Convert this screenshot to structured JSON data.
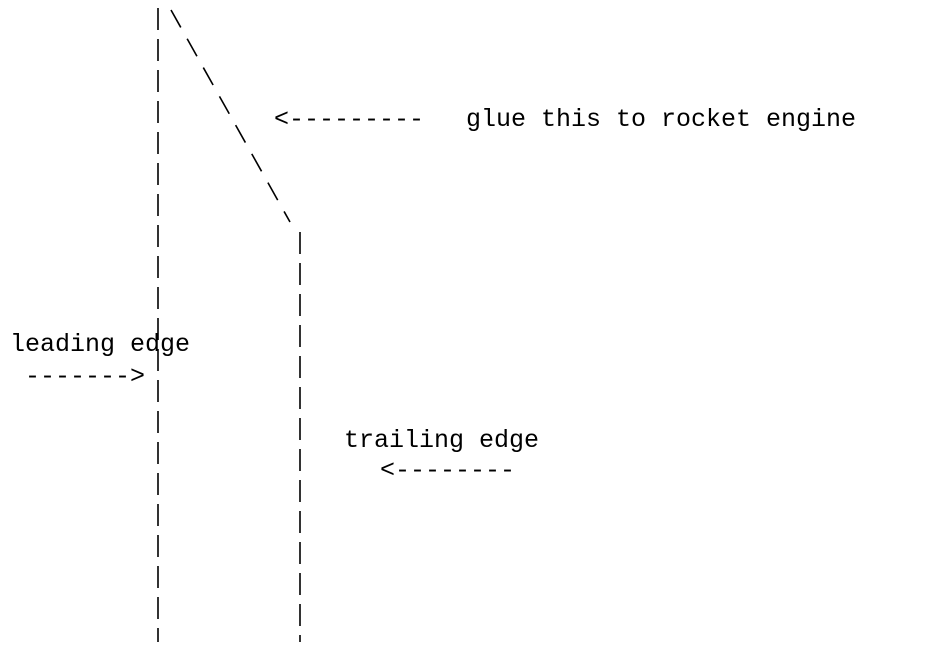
{
  "annotations": {
    "glue": {
      "arrow": "<---------",
      "text": "glue this to rocket engine"
    },
    "leading_edge": {
      "text": "leading edge",
      "arrow": "------->"
    },
    "trailing_edge": {
      "text": "trailing edge",
      "arrow": "<--------"
    }
  }
}
